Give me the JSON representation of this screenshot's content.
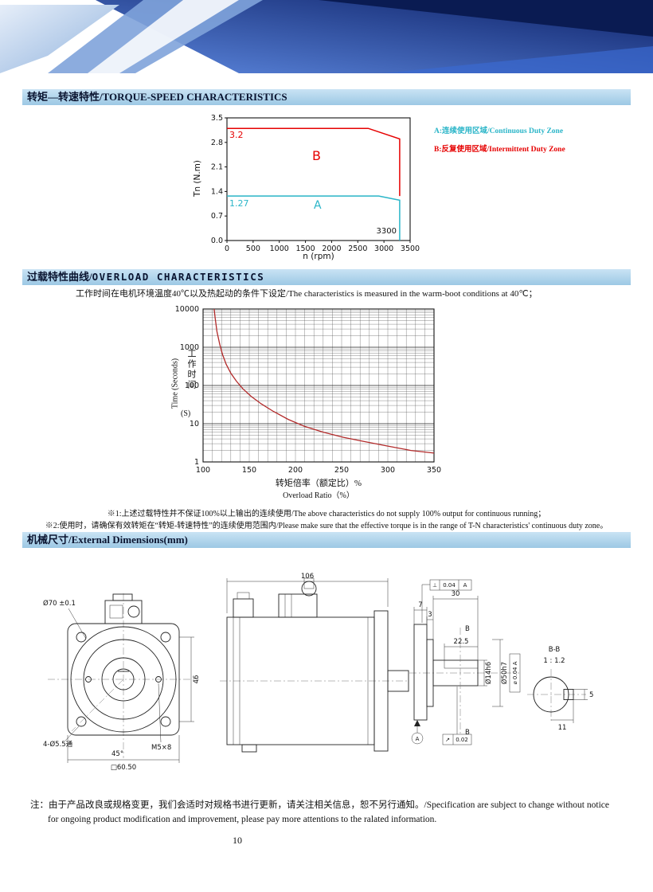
{
  "theme": {
    "red": "#e60000",
    "cyan": "#2ab5c8",
    "curve_red": "#b22a2a",
    "bar_bg": "#aed4ea"
  },
  "sections": {
    "torque": {
      "title": "转矩—转速特性/TORQUE-SPEED CHARACTERISTICS",
      "legend_a": "A:连续使用区域/Continuous Duty Zone",
      "legend_b": "B:反复使用区域/Intermittent Duty Zone"
    },
    "overload": {
      "title_cn": "过载特性曲线/",
      "title_en": "OVERLOAD CHARACTERISTICS",
      "condition": "工作时间在电机环境温度40℃以及热起动的条件下设定/The characteristics is measured in the warm-boot conditions at 40℃；",
      "note1": "※1:上述过载特性并不保证100%以上输出的连续使用/The above characteristics do not supply 100% output for continuous running；",
      "note2": "※2:使用时，请确保有效转矩在“转矩-转速特性”的连续使用范围内/Please make sure that the effective torque is in the range of T-N characteristics' continuous duty zone。"
    },
    "dimensions": {
      "title": "机械尺寸/External Dimensions(mm)"
    }
  },
  "chart_data": [
    {
      "type": "line",
      "title": "TORQUE-SPEED CHARACTERISTICS",
      "xlabel": "n (rpm)",
      "ylabel": "Tn (N.m)",
      "xlim": [
        0,
        3500
      ],
      "ylim": [
        0,
        3.5
      ],
      "xticks": [
        0,
        500,
        1000,
        1500,
        2000,
        2500,
        3000,
        3500
      ],
      "yticks": [
        0,
        0.7,
        1.4,
        2.1,
        2.8,
        3.5
      ],
      "grid": false,
      "legend_position": "right",
      "series": [
        {
          "name": "B 反复使用区域/Intermittent Duty Zone",
          "color": "#e60000",
          "points": [
            [
              0,
              3.2
            ],
            [
              2700,
              3.2
            ],
            [
              3300,
              2.9
            ],
            [
              3300,
              1.27
            ]
          ]
        },
        {
          "name": "A 连续使用区域/Continuous Duty Zone",
          "color": "#2ab5c8",
          "points": [
            [
              0,
              1.27
            ],
            [
              2900,
              1.27
            ],
            [
              3300,
              1.15
            ],
            [
              3300,
              0
            ]
          ]
        }
      ],
      "annotations": [
        {
          "text": "3.2"
        },
        {
          "text": "1.27"
        },
        {
          "text": "B"
        },
        {
          "text": "A"
        },
        {
          "text": "3300"
        }
      ]
    },
    {
      "type": "line",
      "title": "OVERLOAD CHARACTERISTICS",
      "xlabel_cn": "转矩倍率（额定比）%",
      "xlabel_en": "Overload Ratio（%）",
      "ylabel_cn": "工作时间",
      "ylabel_s": "(S)",
      "ylabel_en": "Time (Seconds)",
      "xlim": [
        100,
        350
      ],
      "ylim": [
        1,
        10000
      ],
      "yscale": "log",
      "xticks": [
        100,
        150,
        200,
        250,
        300,
        350
      ],
      "yticks": [
        1,
        10,
        100,
        1000,
        10000
      ],
      "grid": true,
      "series": [
        {
          "name": "过载特性/Overload curve",
          "color": "#b22a2a",
          "points": [
            [
              112,
              10000
            ],
            [
              113,
              6000
            ],
            [
              115,
              2600
            ],
            [
              118,
              1200
            ],
            [
              121,
              650
            ],
            [
              125,
              360
            ],
            [
              130,
              210
            ],
            [
              136,
              130
            ],
            [
              143,
              82
            ],
            [
              152,
              52
            ],
            [
              163,
              33
            ],
            [
              176,
              21
            ],
            [
              192,
              13
            ],
            [
              210,
              8.5
            ],
            [
              230,
              6
            ],
            [
              252,
              4.4
            ],
            [
              275,
              3.4
            ],
            [
              300,
              2.6
            ],
            [
              325,
              2.0
            ],
            [
              350,
              1.7
            ]
          ]
        }
      ]
    }
  ],
  "dims": {
    "front": {
      "pilot": "Ø70 ±0.1",
      "pitch": "46",
      "holes": "4-Ø5.5通",
      "angle": "45°",
      "square": "□60.50",
      "tap": "M5×8"
    },
    "side": {
      "length": "106"
    },
    "shaft": {
      "flange_t": "7",
      "shaft_len": "30",
      "boss_t": "3",
      "key_len": "22.5",
      "section_mark": "B",
      "shaft_dia": "Ø14h6",
      "pilot_dia": "Ø50h7",
      "fcf_perp": "⊥",
      "fcf_tol": "0.04",
      "fcf_datum": "A",
      "fcf_dia": "⌀ 0.04 A",
      "runout_sym": "↗",
      "runout_tol": "0.02",
      "datum_label": "A"
    },
    "section_view": {
      "title": "B-B",
      "scale": "1 : 1.2",
      "width": "11",
      "depth": "5"
    }
  },
  "footer": {
    "note_line1": "注：由于产品改良或规格变更，我们会适时对规格书进行更新，请关注相关信息，恕不另行通知。/Specification are subject to change without notice",
    "note_line2": "for ongoing product modification and improvement, please pay more attentions to the ralated information.",
    "page_number": "10"
  }
}
